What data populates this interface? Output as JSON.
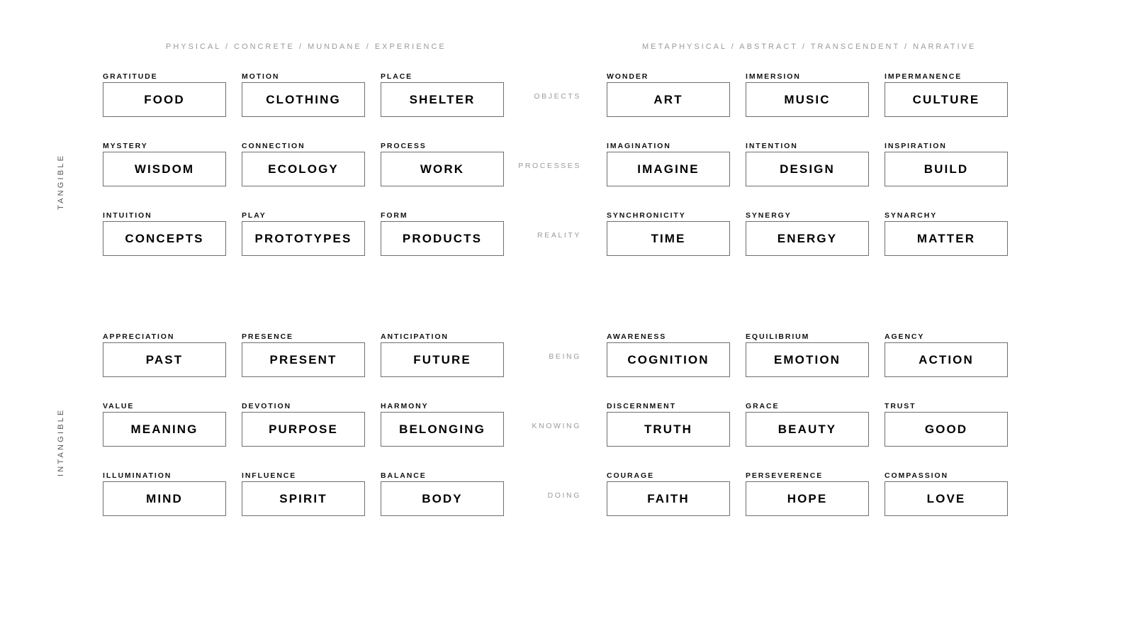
{
  "headers": {
    "left": "PHYSICAL / CONCRETE / MUNDANE / EXPERIENCE",
    "right": "METAPHYSICAL / ABSTRACT / TRANSCENDENT / NARRATIVE"
  },
  "axis": {
    "tangible": "TANGIBLE",
    "intangible": "INTANGIBLE"
  },
  "colors": {
    "box_border": "#6e6e6e",
    "muted_text": "#9a9a9a",
    "label_text": "#111111",
    "background": "#ffffff"
  },
  "blocks": [
    {
      "id": "tangible",
      "axis_label": "TANGIBLE",
      "rows": [
        {
          "row_label": "OBJECTS",
          "cells": [
            {
              "label": "GRATITUDE",
              "value": "FOOD"
            },
            {
              "label": "MOTION",
              "value": "CLOTHING"
            },
            {
              "label": "PLACE",
              "value": "SHELTER"
            },
            {
              "label": "WONDER",
              "value": "ART"
            },
            {
              "label": "IMMERSION",
              "value": "MUSIC"
            },
            {
              "label": "IMPERMANENCE",
              "value": "CULTURE"
            }
          ]
        },
        {
          "row_label": "PROCESSES",
          "cells": [
            {
              "label": "MYSTERY",
              "value": "WISDOM"
            },
            {
              "label": "CONNECTION",
              "value": "ECOLOGY"
            },
            {
              "label": "PROCESS",
              "value": "WORK"
            },
            {
              "label": "IMAGINATION",
              "value": "IMAGINE"
            },
            {
              "label": "INTENTION",
              "value": "DESIGN"
            },
            {
              "label": "INSPIRATION",
              "value": "BUILD"
            }
          ]
        },
        {
          "row_label": "REALITY",
          "cells": [
            {
              "label": "INTUITION",
              "value": "CONCEPTS"
            },
            {
              "label": "PLAY",
              "value": "PROTOTYPES"
            },
            {
              "label": "FORM",
              "value": "PRODUCTS"
            },
            {
              "label": "SYNCHRONICITY",
              "value": "TIME"
            },
            {
              "label": "SYNERGY",
              "value": "ENERGY"
            },
            {
              "label": "SYNARCHY",
              "value": "MATTER"
            }
          ]
        }
      ]
    },
    {
      "id": "intangible",
      "axis_label": "INTANGIBLE",
      "rows": [
        {
          "row_label": "BEING",
          "cells": [
            {
              "label": "APPRECIATION",
              "value": "PAST"
            },
            {
              "label": "PRESENCE",
              "value": "PRESENT"
            },
            {
              "label": "ANTICIPATION",
              "value": "FUTURE"
            },
            {
              "label": "AWARENESS",
              "value": "COGNITION"
            },
            {
              "label": "EQUILIBRIUM",
              "value": "EMOTION"
            },
            {
              "label": "AGENCY",
              "value": "ACTION"
            }
          ]
        },
        {
          "row_label": "KNOWING",
          "cells": [
            {
              "label": "VALUE",
              "value": "MEANING"
            },
            {
              "label": "DEVOTION",
              "value": "PURPOSE"
            },
            {
              "label": "HARMONY",
              "value": "BELONGING"
            },
            {
              "label": "DISCERNMENT",
              "value": "TRUTH"
            },
            {
              "label": "GRACE",
              "value": "BEAUTY"
            },
            {
              "label": "TRUST",
              "value": "GOOD"
            }
          ]
        },
        {
          "row_label": "DOING",
          "cells": [
            {
              "label": "ILLUMINATION",
              "value": "MIND"
            },
            {
              "label": "INFLUENCE",
              "value": "SPIRIT"
            },
            {
              "label": "BALANCE",
              "value": "BODY"
            },
            {
              "label": "COURAGE",
              "value": "FAITH"
            },
            {
              "label": "PERSEVERENCE",
              "value": "HOPE"
            },
            {
              "label": "COMPASSION",
              "value": "LOVE"
            }
          ]
        }
      ]
    }
  ]
}
